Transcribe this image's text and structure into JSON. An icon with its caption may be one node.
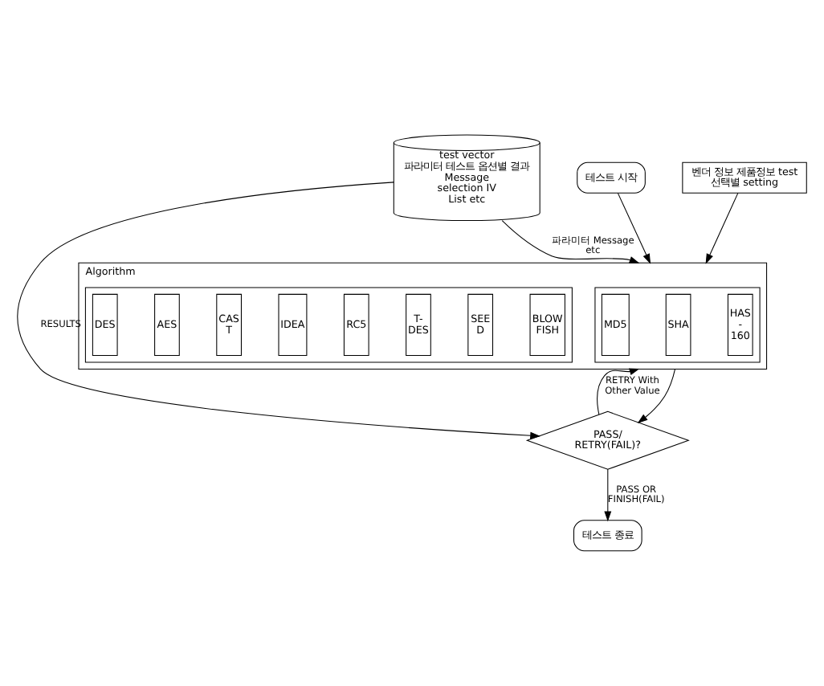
{
  "diagram": {
    "nodes": [
      {
        "text": [
          "테스트 시작"
        ]
      },
      {
        "text": [
          "test vector",
          "파라미터 테스트 옵션별 결과 Message selection IV List etc"
        ]
      },
      {
        "text": [
          "벤더 정보 제품정보 test 선택별 setting"
        ]
      },
      {
        "text": [
          "Algorithm"
        ]
      },
      {
        "text": [],
        "shape": "box",
        "in": 3
      },
      {
        "text": [
          "DES"
        ],
        "in": 4
      },
      {
        "text": [
          "AES"
        ],
        "in": 4
      },
      {
        "text": [
          "CAS T"
        ],
        "in": 4
      },
      {
        "text": [
          "IDEA"
        ],
        "in": 4
      },
      {
        "text": [
          "RC5"
        ],
        "in": 4
      },
      {
        "text": [
          "T- DES"
        ],
        "in": 4
      },
      {
        "text": [
          "SEE D"
        ],
        "in": 4
      },
      {
        "text": [
          "BLOW FISH"
        ],
        "in": 4
      },
      {
        "text": [],
        "shape": "box",
        "in": 3
      },
      {
        "text": [
          "MD5"
        ],
        "in": 13
      },
      {
        "text": [
          "SHA"
        ],
        "in": 13
      },
      {
        "text": [
          "HAS - 160"
        ],
        "in": 13
      },
      {
        "text": [
          "PASS/ RETRY(FAIL)?"
        ]
      },
      {
        "text": [
          "테스트 종료"
        ]
      }
    ],
    "edges": [
      {
        "from": 0,
        "to": 3,
        "arrow": "to"
      },
      {
        "from": 1,
        "to": 3,
        "arrow": "to",
        "label": "파라미터 Message etc"
      },
      {
        "from": 2,
        "to": 3,
        "arrow": "to"
      },
      {
        "from": 3,
        "to": 17,
        "arrow": "to"
      },
      {
        "from": 1,
        "to": 17,
        "arrow": "to",
        "label": "RESULTS"
      },
      {
        "from": 17,
        "to": 3,
        "arrow": "to",
        "label": "RETRY With Other Value"
      },
      {
        "from": 17,
        "to": 18,
        "arrow": "to",
        "label": "PASS OR FINISH(FAIL)"
      }
    ]
  }
}
